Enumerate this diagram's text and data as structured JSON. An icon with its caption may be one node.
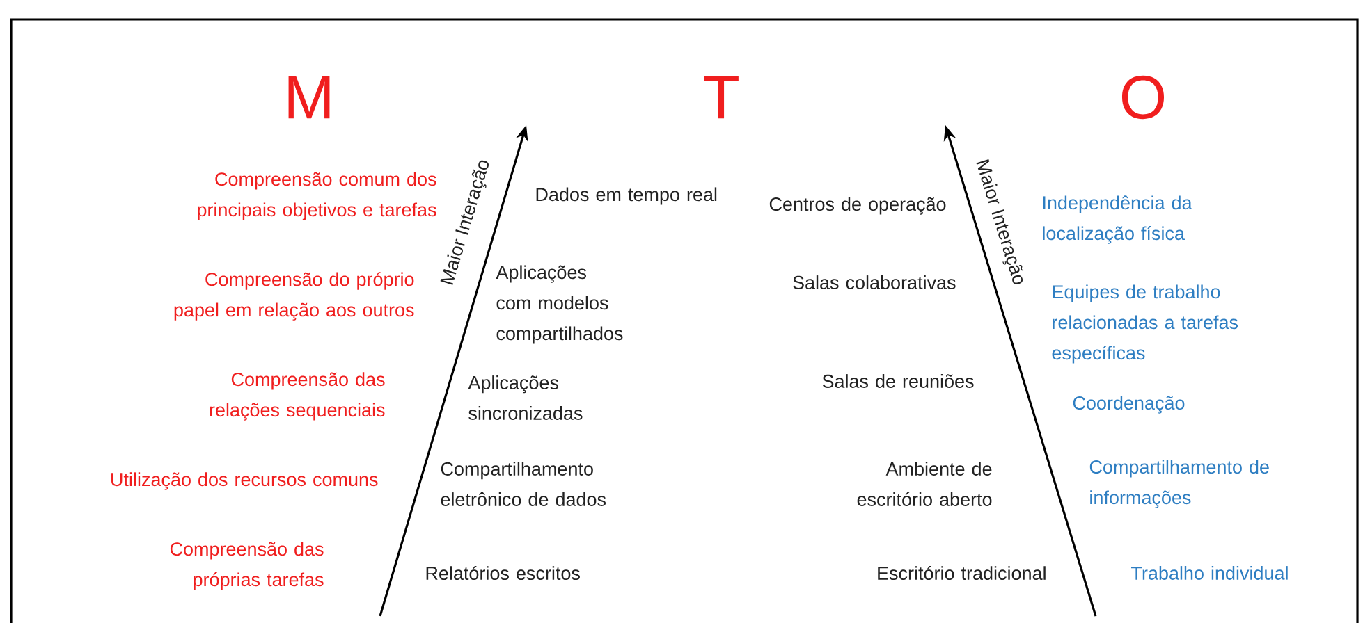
{
  "diagram": {
    "labels": [
      "M",
      "T",
      "O",
      "Maior Interação",
      "Maior Interação",
      "Compreensão comum dos principais objetivos e tarefas",
      "Dados em tempo real",
      "Centros de operação",
      "Independência da localização física",
      "Compreensão do próprio papel em relação aos outros",
      "Aplicações com modelos compartilhados",
      "Salas colaborativas",
      "Equipes de trabalho relacionadas a tarefas específicas",
      "Compreensão das relações sequenciais",
      "Aplicações sincronizadas",
      "Salas de reuniões",
      "Coordenação",
      "Utilização dos recursos comuns",
      "Compartilhamento eletrônico de dados",
      "Ambiente de escritório aberto",
      "Compartilhamento de informações",
      "Compreensão das próprias tarefas",
      "Relatórios escritos",
      "Escritório tradicional",
      "Trabalho individual"
    ]
  }
}
